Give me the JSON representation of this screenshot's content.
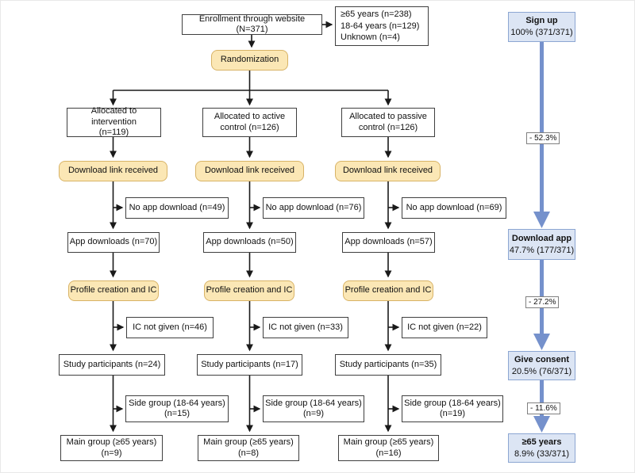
{
  "top": {
    "enrollment": "Enrollment through website (N=371)",
    "age_breakdown": [
      "≥65 years (n=238)",
      "18-64 years (n=129)",
      "Unknown (n=4)"
    ],
    "randomization": "Randomization"
  },
  "columns": [
    {
      "allocated": "Allocated to intervention\n(n=119)",
      "download_link": "Download link received",
      "no_app": "No app download (n=49)",
      "app_downloads": "App downloads (n=70)",
      "profile": "Profile creation and IC",
      "ic_not_given": "IC not given (n=46)",
      "study": "Study participants (n=24)",
      "side_group": "Side group (18-64 years)\n(n=15)",
      "main_group": "Main group (≥65 years)\n(n=9)"
    },
    {
      "allocated": "Allocated to active\ncontrol (n=126)",
      "download_link": "Download link received",
      "no_app": "No app download (n=76)",
      "app_downloads": "App downloads (n=50)",
      "profile": "Profile creation and IC",
      "ic_not_given": "IC not given (n=33)",
      "study": "Study participants (n=17)",
      "side_group": "Side group (18-64 years)\n(n=9)",
      "main_group": "Main group (≥65 years)\n(n=8)"
    },
    {
      "allocated": "Allocated to passive\ncontrol (n=126)",
      "download_link": "Download link received",
      "no_app": "No app download (n=69)",
      "app_downloads": "App downloads (n=57)",
      "profile": "Profile creation and IC",
      "ic_not_given": "IC not given (n=22)",
      "study": "Study participants (n=35)",
      "side_group": "Side group (18-64 years)\n(n=19)",
      "main_group": "Main group (≥65 years)\n(n=16)"
    }
  ],
  "funnel": {
    "stages": [
      {
        "title": "Sign up",
        "value": "100% (371/371)"
      },
      {
        "title": "Download app",
        "value": "47.7% (177/371)"
      },
      {
        "title": "Give consent",
        "value": "20.5% (76/371)"
      },
      {
        "title": "≥65 years",
        "value": "8.9% (33/371)"
      }
    ],
    "drops": [
      "- 52.3%",
      "- 27.2%",
      "- 11.6%"
    ]
  },
  "colors": {
    "step_fill": "#FBE7B5",
    "step_border": "#D8B366",
    "funnel_fill": "#DCE5F4",
    "funnel_border": "#8CA6D2",
    "funnel_arrow": "#7591CC",
    "line": "#1a1a1a",
    "box_border": "#3f3f3f"
  }
}
